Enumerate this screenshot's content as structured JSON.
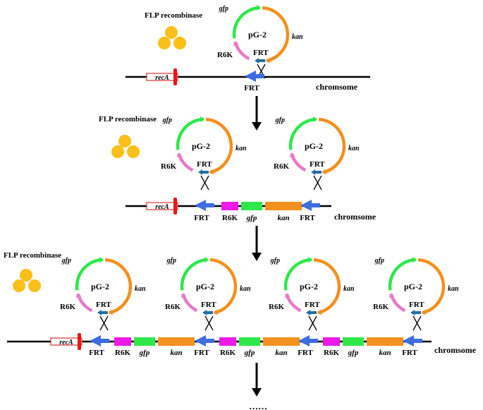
{
  "labels": {
    "flp": "FLP recombinase",
    "gfp": "gfp",
    "kan": "kan",
    "r6k": "R6K",
    "frt": "FRT",
    "pg2": "pG-2",
    "reca": "recA",
    "chromosome": "chromsome",
    "ellipsis": "……"
  },
  "colors": {
    "gfp": "#2ee84a",
    "kan": "#f3901e",
    "r6k": "#e879c8",
    "frt_small": "#1f6fa5",
    "frt": "#3f6de0",
    "r6k_block": "#ee18e8",
    "flp": "#fbbf1a",
    "reca_box": "#d83232",
    "reca_bar": "#e8141c"
  }
}
